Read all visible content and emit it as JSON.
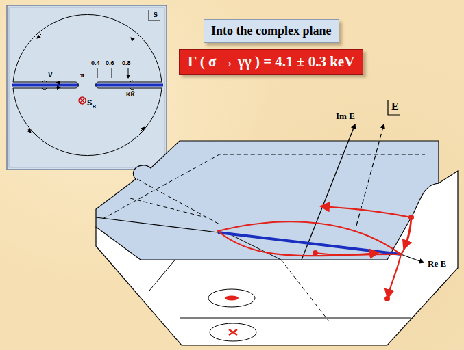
{
  "diagram": {
    "title": "Into the complex plane",
    "nodes": [
      {
        "text": [
          "Γ ( σ → γγ ) = 4.1 ± 0.3 keV"
        ]
      }
    ],
    "labels": [
      "s",
      "V",
      "π",
      "0.4",
      "0.6",
      "0.8",
      "S",
      "R",
      "KK̄",
      "E",
      "Im E",
      "Re E"
    ]
  }
}
